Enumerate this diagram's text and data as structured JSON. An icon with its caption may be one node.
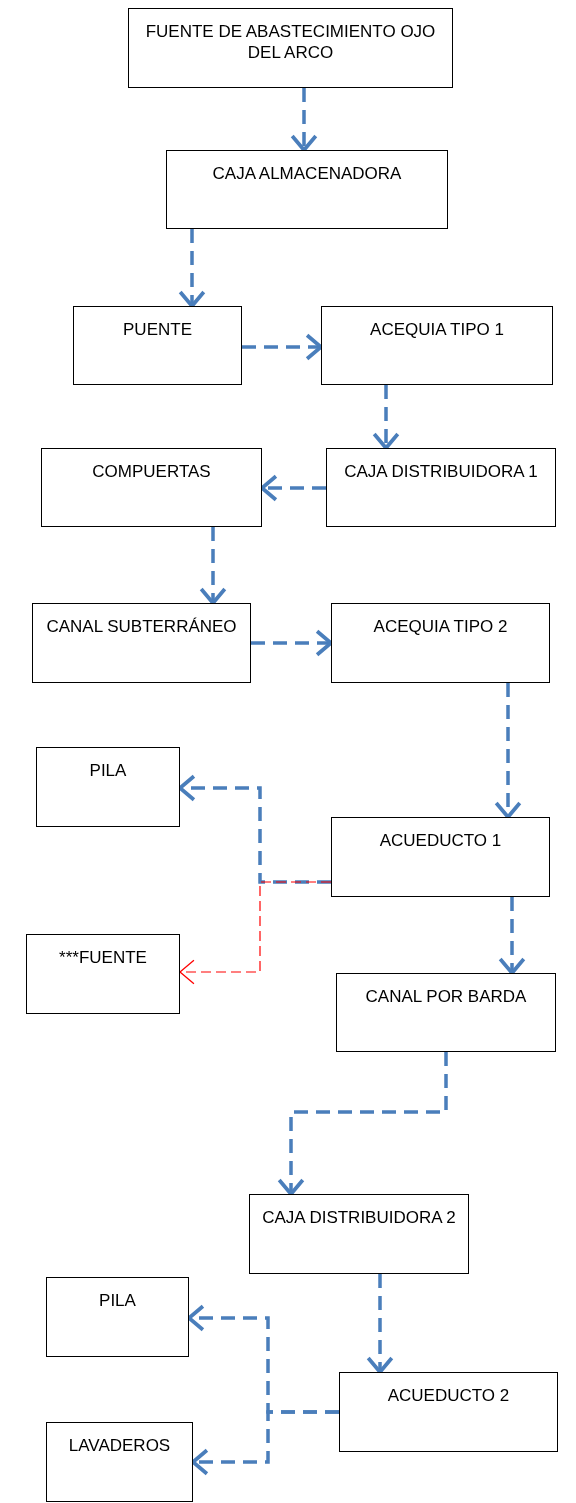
{
  "diagram": {
    "nodes": [
      {
        "text": [
          "FUENTE DE ABASTECIMIENTO OJO DEL ARCO"
        ]
      },
      {
        "text": [
          "CAJA ALMACENADORA"
        ]
      },
      {
        "text": [
          "PUENTE"
        ]
      },
      {
        "text": [
          "ACEQUIA TIPO 1"
        ]
      },
      {
        "text": [
          "CAJA DISTRIBUIDORA 1"
        ]
      },
      {
        "text": [
          "COMPUERTAS"
        ]
      },
      {
        "text": [
          "CANAL SUBTERRÁNEO"
        ]
      },
      {
        "text": [
          "ACEQUIA TIPO 2"
        ]
      },
      {
        "text": [
          "PILA"
        ]
      },
      {
        "text": [
          "ACUEDUCTO 1"
        ]
      },
      {
        "text": [
          "***FUENTE"
        ]
      },
      {
        "text": [
          "CANAL POR BARDA"
        ]
      },
      {
        "text": [
          "CAJA DISTRIBUIDORA 2"
        ]
      },
      {
        "text": [
          "PILA"
        ]
      },
      {
        "text": [
          "ACUEDUCTO 2"
        ]
      },
      {
        "text": [
          "LAVADEROS"
        ]
      }
    ],
    "edges": [
      {
        "from": 0,
        "to": 1,
        "arrow": "to",
        "style": "dashed"
      },
      {
        "from": 1,
        "to": 2,
        "arrow": "to",
        "style": "dashed"
      },
      {
        "from": 2,
        "to": 3,
        "arrow": "to",
        "style": "dashed"
      },
      {
        "from": 3,
        "to": 4,
        "arrow": "to",
        "style": "dashed"
      },
      {
        "from": 4,
        "to": 5,
        "arrow": "to",
        "style": "dashed"
      },
      {
        "from": 5,
        "to": 6,
        "arrow": "to",
        "style": "dashed"
      },
      {
        "from": 6,
        "to": 7,
        "arrow": "to",
        "style": "dashed"
      },
      {
        "from": 7,
        "to": 9,
        "arrow": "to",
        "style": "dashed"
      },
      {
        "from": 9,
        "to": 8,
        "arrow": "to",
        "style": "dashed"
      },
      {
        "from": 9,
        "to": 10,
        "arrow": "to",
        "style": "dashed",
        "color": "#ff0000"
      },
      {
        "from": 9,
        "to": 11,
        "arrow": "to",
        "style": "dashed"
      },
      {
        "from": 11,
        "to": 12,
        "arrow": "to",
        "style": "dashed"
      },
      {
        "from": 12,
        "to": 14,
        "arrow": "to",
        "style": "dashed"
      },
      {
        "from": 14,
        "to": 13,
        "arrow": "to",
        "style": "dashed"
      },
      {
        "from": 14,
        "to": 15,
        "arrow": "to",
        "style": "dashed"
      }
    ]
  }
}
